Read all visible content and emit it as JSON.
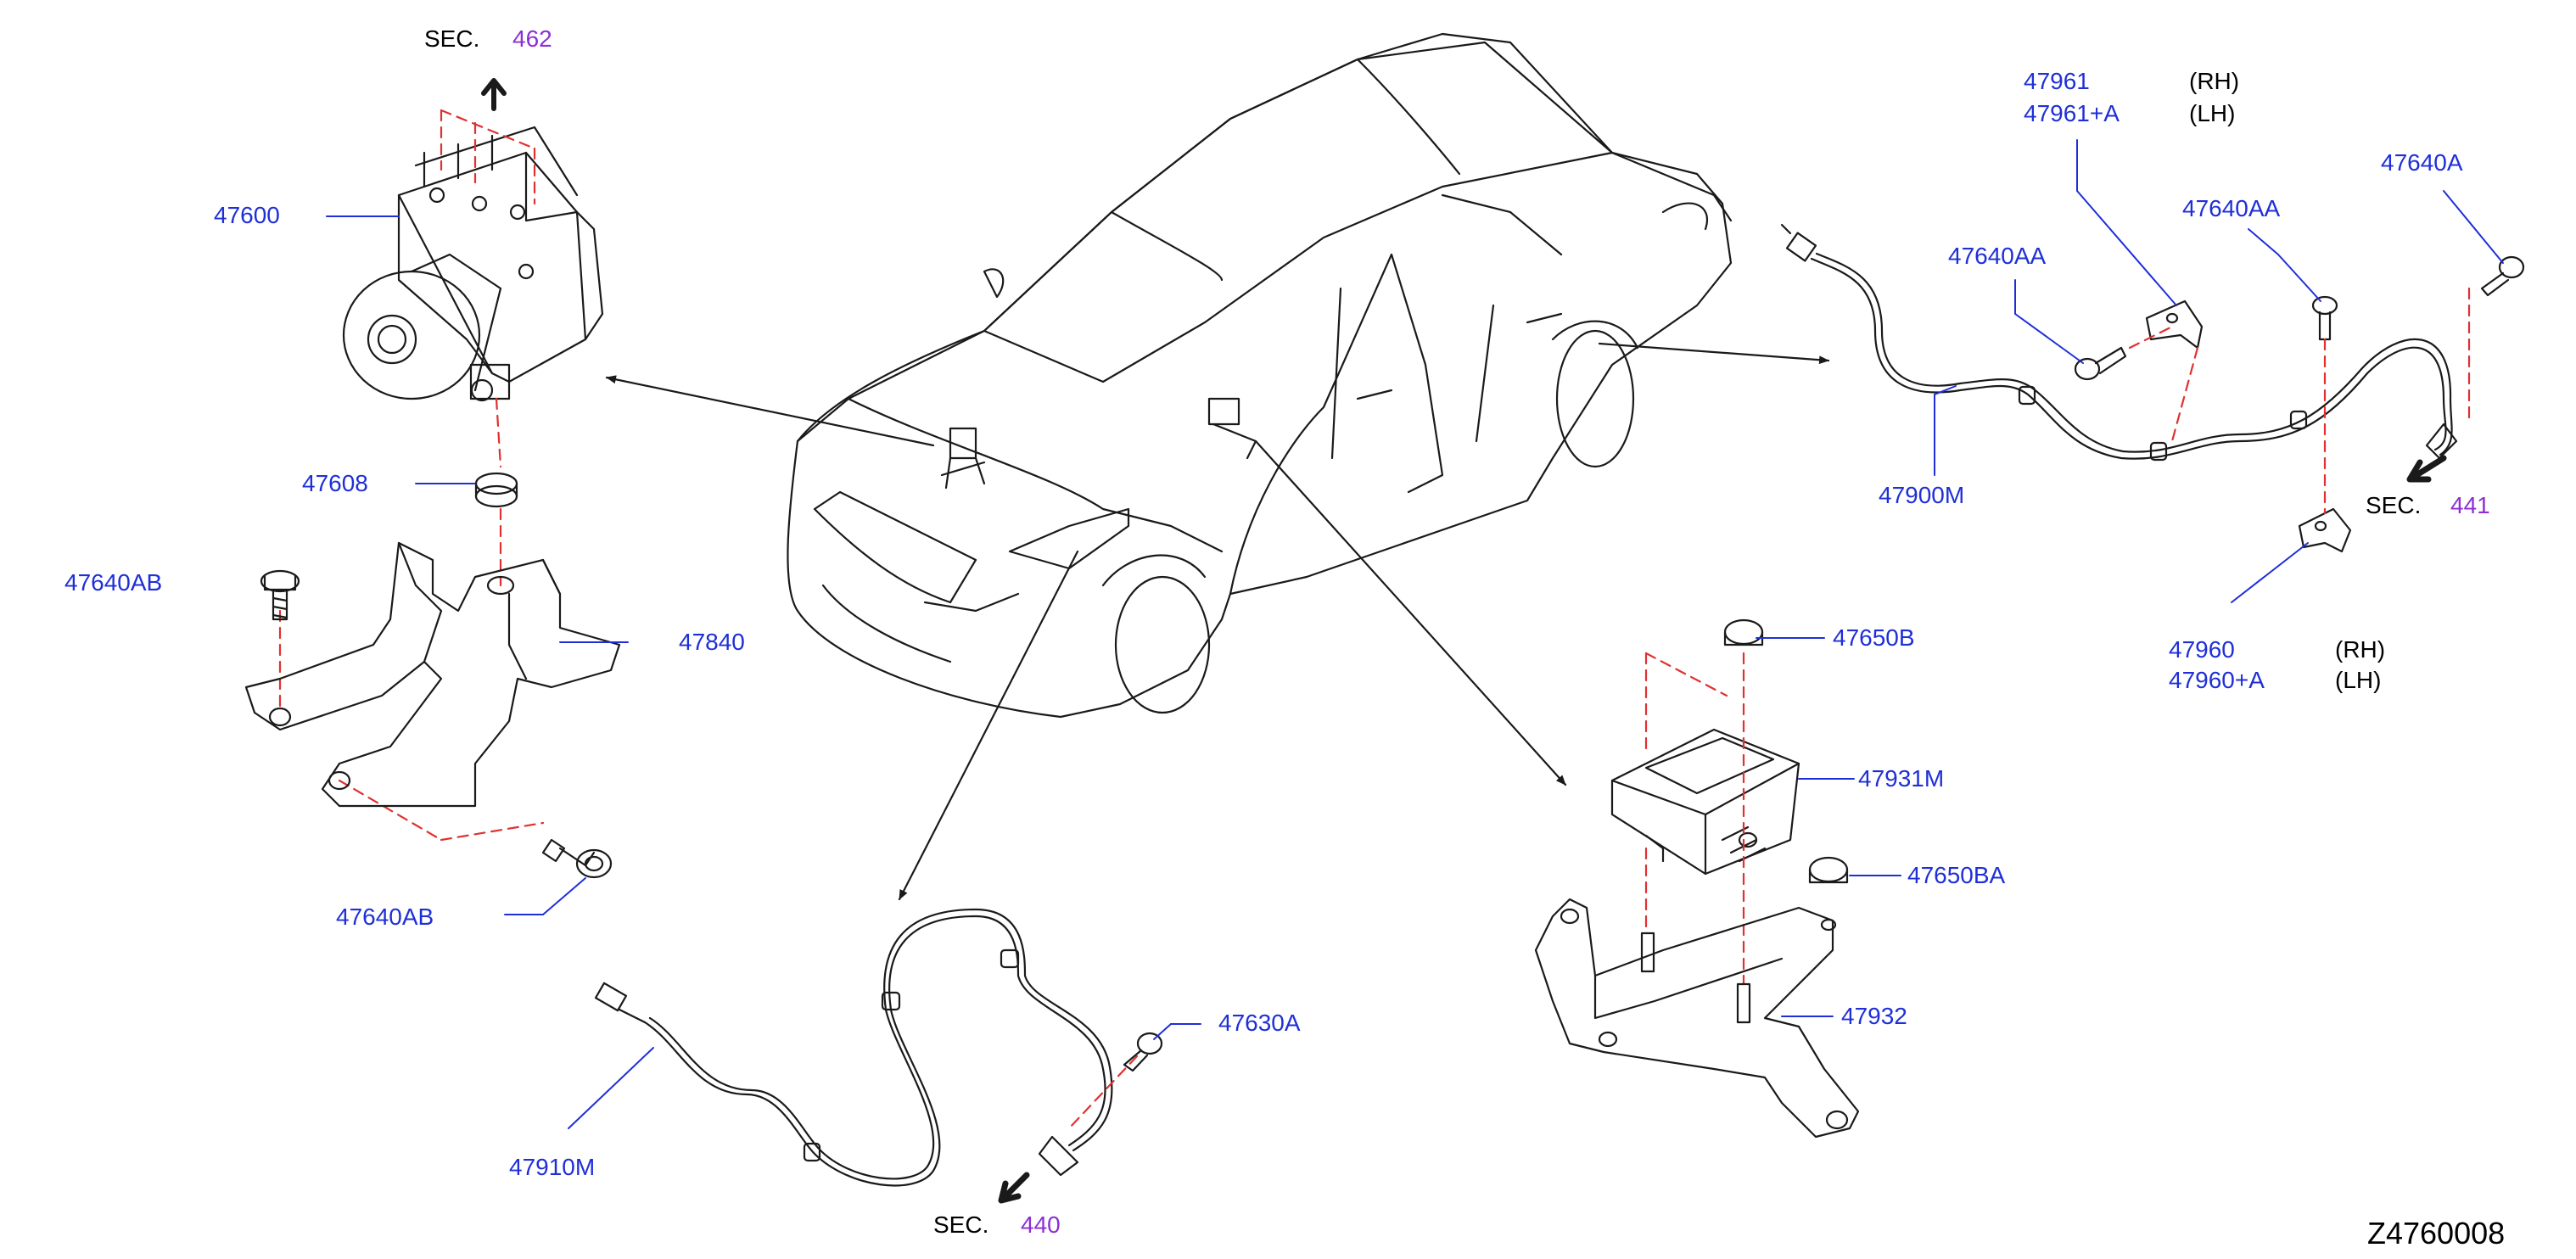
{
  "colors": {
    "part_label": "#1f2fd8",
    "section_link": "#8b2fd6",
    "dashed_hint": "#e03030",
    "line_art": "#1a1a1a",
    "leader": "#1f2fd8"
  },
  "sections": {
    "top": {
      "prefix": "SEC.",
      "number": "462"
    },
    "bottom": {
      "prefix": "SEC.",
      "number": "440"
    },
    "right": {
      "prefix": "SEC.",
      "number": "441"
    }
  },
  "parts": {
    "p47600": "47600",
    "p47608": "47608",
    "p47640AB_top": "47640AB",
    "p47840": "47840",
    "p47640AB_bottom": "47640AB",
    "p47910M": "47910M",
    "p47630A": "47630A",
    "p47650B": "47650B",
    "p47931M": "47931M",
    "p47650BA": "47650BA",
    "p47932": "47932",
    "p47961": "47961",
    "p47961A": "47961+A",
    "p47640AA_left": "47640AA",
    "p47640AA_right": "47640AA",
    "p47640A": "47640A",
    "p47900M": "47900M",
    "p47960": "47960",
    "p47960A": "47960+A"
  },
  "qualifiers": {
    "rh1": "(RH)",
    "lh1": "(LH)",
    "rh2": "(RH)",
    "lh2": "(LH)"
  },
  "figure_id": "Z4760008"
}
